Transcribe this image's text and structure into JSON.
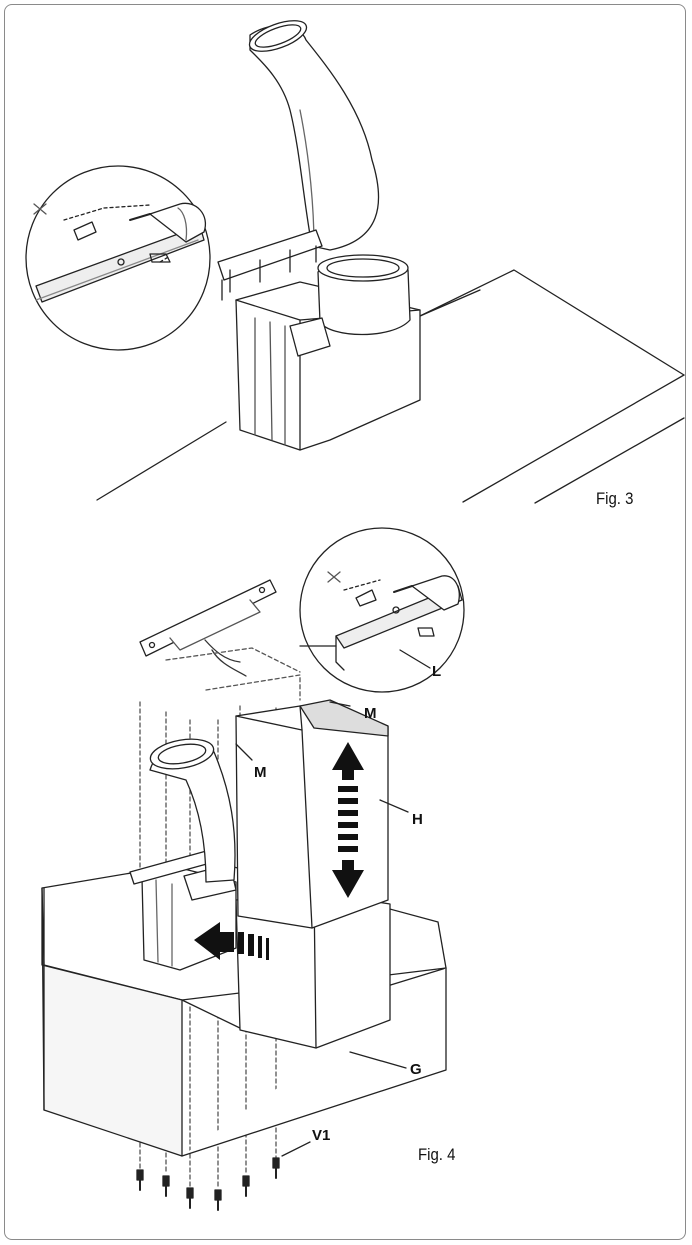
{
  "figures": [
    {
      "id": "fig3",
      "caption": "Fig. 3"
    },
    {
      "id": "fig4",
      "caption": "Fig. 4"
    }
  ],
  "part_labels": {
    "L": "L",
    "M_top": "M",
    "M_mid": "M",
    "H": "H",
    "G": "G",
    "V1": "V1"
  },
  "colors": {
    "line": "#222222",
    "stroke_light": "#555555",
    "background": "#ffffff"
  }
}
